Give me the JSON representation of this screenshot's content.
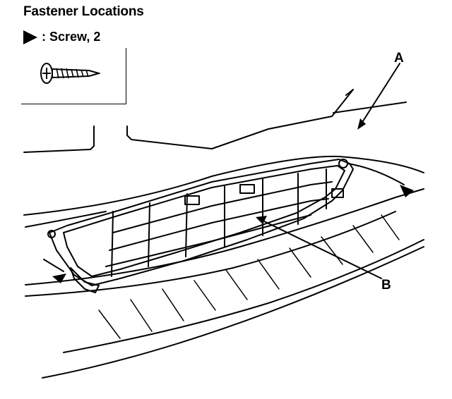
{
  "title": "Fastener Locations",
  "legend": {
    "symbol_icon": "filled-triangle-arrow-icon",
    "text": ": Screw, 2"
  },
  "callouts": {
    "a": "A",
    "b": "B"
  },
  "colors": {
    "ink": "#000000",
    "background": "#ffffff"
  }
}
